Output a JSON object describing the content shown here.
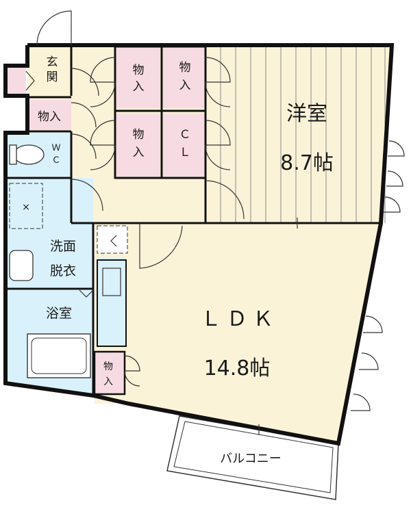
{
  "rooms": {
    "western": {
      "name": "洋室",
      "size": "8.7帖"
    },
    "ldk": {
      "name": "ＬＤＫ",
      "size": "14.8帖"
    },
    "entrance": {
      "name": "玄関"
    },
    "closet_entrance": {
      "name": "物入"
    },
    "closet_top1": {
      "name": "物入"
    },
    "closet_top2": {
      "name": "物入"
    },
    "closet_mid": {
      "name": "物入"
    },
    "closet_cl": {
      "name": "ＣＬ"
    },
    "wc": {
      "name": "ＷＣ"
    },
    "washroom": {
      "name": "洗面脱衣"
    },
    "bathroom": {
      "name": "浴室"
    },
    "closet_small": {
      "name": "物入"
    },
    "balcony": {
      "name": "バルコニー"
    }
  },
  "colors": {
    "floor_wood": "#fbf3d8",
    "closet_pink": "#f7dbe3",
    "wet_blue": "#d9f1fa",
    "wall": "#111111"
  }
}
